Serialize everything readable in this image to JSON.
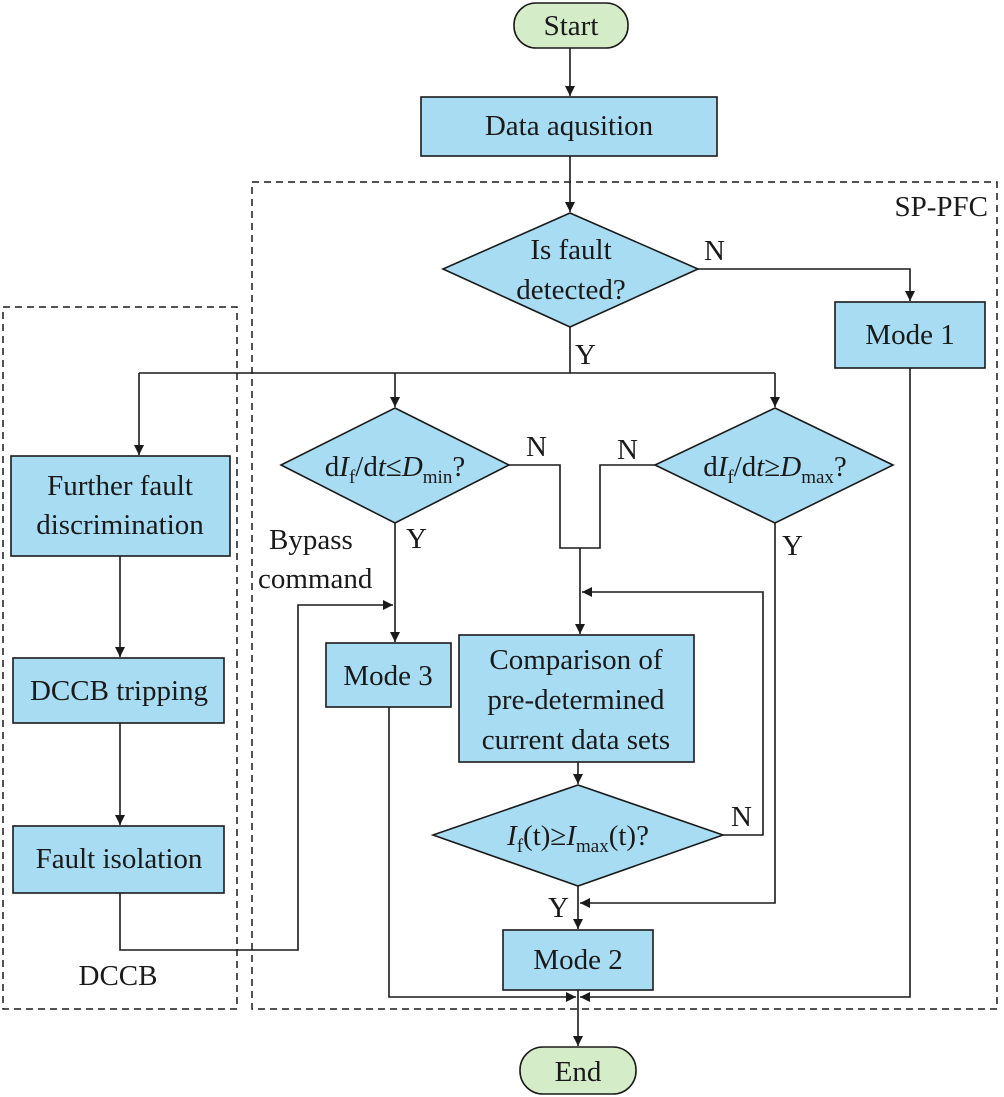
{
  "nodes": {
    "start": "Start",
    "data_acquisition": "Data aqusition",
    "fault_detected": {
      "line1": "Is fault",
      "line2": "detected?"
    },
    "mode1": "Mode 1",
    "further_discrimination": {
      "line1": "Further fault",
      "line2": "discrimination"
    },
    "dccb_tripping": "DCCB tripping",
    "fault_isolation": "Fault isolation",
    "didt_min": {
      "d1": "d",
      "i": "I",
      "sub_f": "f",
      "dt": "/d",
      "t": "t",
      "le": "≤",
      "D": "D",
      "sub_min": "min",
      "q": "?"
    },
    "didt_max": {
      "d1": "d",
      "i": "I",
      "sub_f": "f",
      "dt": "/d",
      "t": "t",
      "ge": "≥",
      "D": "D",
      "sub_max": "max",
      "q": "?"
    },
    "mode3": "Mode 3",
    "comparison": {
      "line1": "Comparison of",
      "line2": "pre-determined",
      "line3": "current data sets"
    },
    "if_vs_imax": {
      "i": "I",
      "sub_f": "f",
      "t1": "(t)",
      "ge": "≥",
      "I2": "I",
      "sub_max": "max",
      "t2": "(t)?"
    },
    "mode2": "Mode 2",
    "end": "End"
  },
  "labels": {
    "n_fault": "N",
    "y_fault": "Y",
    "n_min": "N",
    "n_max": "N",
    "y_min": "Y",
    "y_max": "Y",
    "n_compare": "N",
    "y_compare": "Y",
    "bypass1": "Bypass",
    "bypass2": "command"
  },
  "regions": {
    "sp_pfc": "SP-PFC",
    "dccb": "DCCB"
  },
  "colors": {
    "process": "#a7dcf3",
    "terminal": "#d5ecc8",
    "line": "#1a1a1a"
  }
}
